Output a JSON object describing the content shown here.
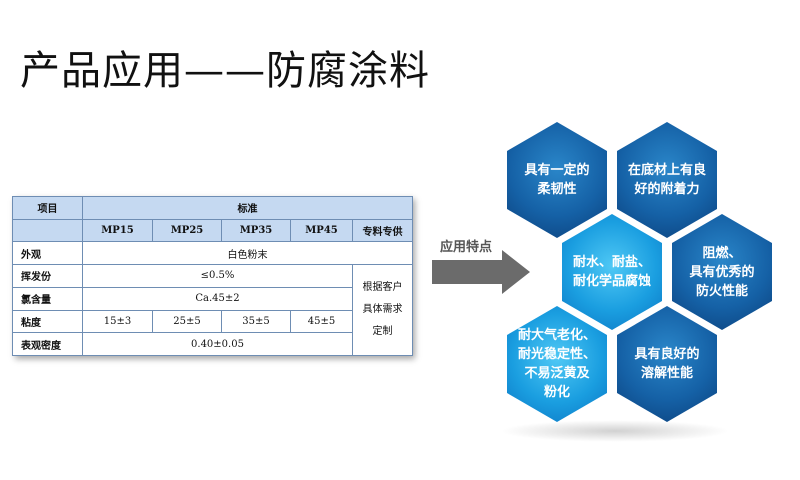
{
  "title": "产品应用——防腐涂料",
  "table": {
    "col_item": "项目",
    "col_standard": "标准",
    "grades": [
      "MP15",
      "MP25",
      "MP35",
      "MP45"
    ],
    "special": "专料专供",
    "rows": [
      {
        "label": "外观",
        "value": "白色粉末"
      },
      {
        "label": "挥发份",
        "value": "≤0.5%"
      },
      {
        "label": "氯含量",
        "value": "Ca.45±2"
      },
      {
        "label": "粘度",
        "values": [
          "15±3",
          "25±5",
          "35±5",
          "45±5"
        ]
      },
      {
        "label": "表观密度",
        "value": "0.40±0.05"
      }
    ],
    "note_lines": [
      "根据客户",
      "具体需求",
      "定制"
    ]
  },
  "arrow_label": "应用特点",
  "features": [
    {
      "lines": [
        "具有一定的",
        "柔韧性"
      ]
    },
    {
      "lines": [
        "在底材上有良",
        "好的附着力"
      ]
    },
    {
      "lines": [
        "耐水、耐盐、",
        "耐化学品腐蚀"
      ]
    },
    {
      "lines": [
        "阻燃、",
        "具有优秀的",
        "防火性能"
      ]
    },
    {
      "lines": [
        "耐大气老化、",
        "耐光稳定性、",
        "不易泛黄及",
        "粉化"
      ]
    },
    {
      "lines": [
        "具有良好的",
        "溶解性能"
      ]
    }
  ],
  "colors": {
    "header_fill": "#c5d9f1",
    "hex_dark": "#1561a6",
    "hex_light": "#1a9ee0",
    "arrow": "#6b6b6b"
  }
}
